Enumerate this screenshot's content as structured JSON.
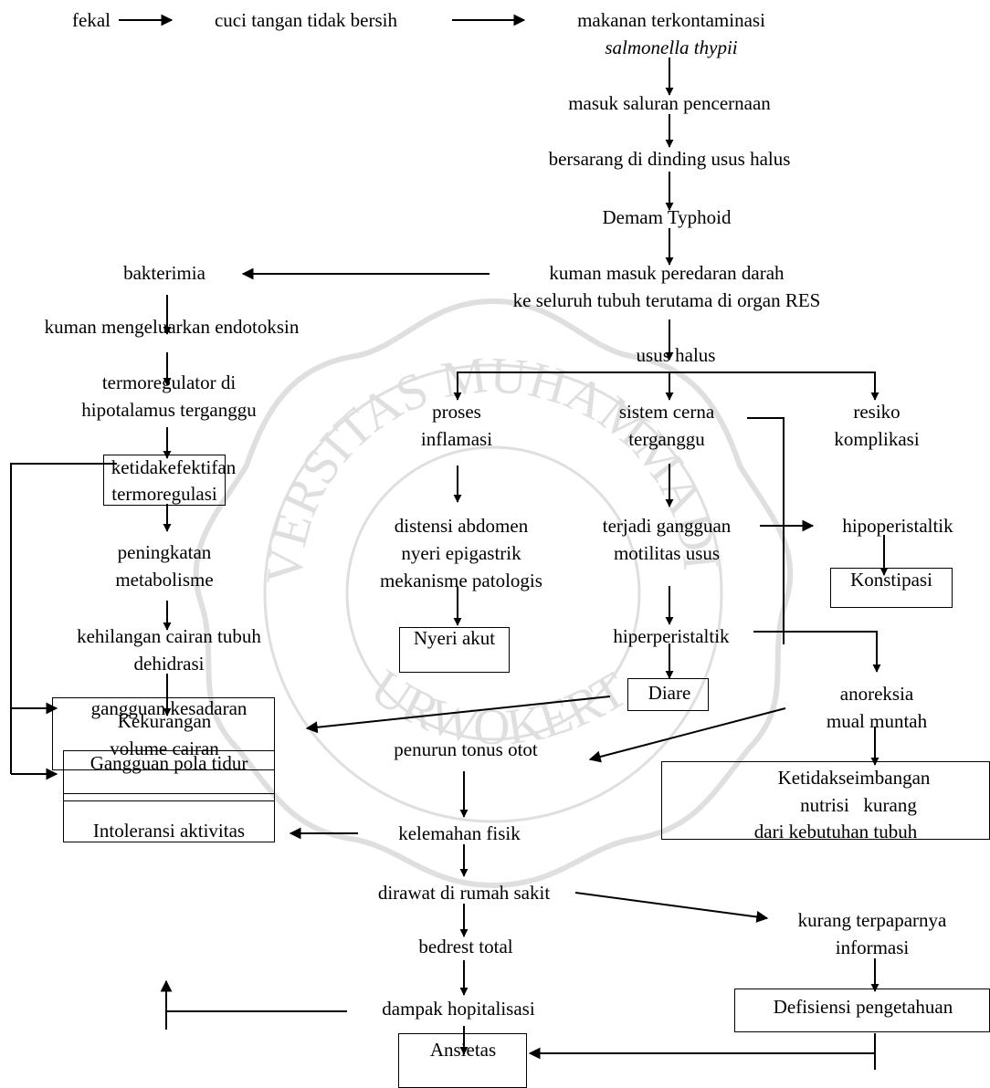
{
  "nodes": {
    "fekal": "fekal",
    "cuci_tangan": "cuci tangan tidak bersih",
    "makanan_1": "makanan terkontaminasi",
    "makanan_2": "salmonella thypii",
    "masuk_saluran": "masuk saluran pencernaan",
    "bersarang": "bersarang di dinding usus halus",
    "demam": "Demam Typhoid",
    "kuman_masuk_1": "kuman masuk peredaran darah",
    "kuman_masuk_2": "ke seluruh tubuh terutama di organ RES",
    "bakterimia": "bakterimia",
    "endotoksin": "kuman mengeluarkan endotoksin",
    "termoregulator_1": "termoregulator di",
    "termoregulator_2": "hipotalamus terganggu",
    "ketidakefektifan_1": "ketidakefektifan",
    "ketidakefektifan_2": "termoregulasi",
    "peningkatan_1": "peningkatan",
    "peningkatan_2": "metabolisme",
    "kehilangan_1": "kehilangan cairan tubuh",
    "kehilangan_2": "dehidrasi",
    "kekurangan_1": "Kekurangan",
    "kekurangan_2": "volume cairan",
    "usus_halus": "usus halus",
    "proses_1": "proses",
    "proses_2": "inflamasi",
    "sistem_1": "sistem cerna",
    "sistem_2": "terganggu",
    "resiko_1": "resiko",
    "resiko_2": "komplikasi",
    "distensi_1": "distensi abdomen",
    "distensi_2": "nyeri epigastrik",
    "distensi_3": "mekanisme patologis",
    "gangguan_motilitas_1": "terjadi gangguan",
    "gangguan_motilitas_2": "motilitas usus",
    "hipoperistaltik": "hipoperistaltik",
    "konstipasi": "Konstipasi",
    "nyeri_akut": "Nyeri akut",
    "hiperperistaltik": "hiperperistaltik",
    "diare": "Diare",
    "anoreksia_1": "anoreksia",
    "anoreksia_2": "mual muntah",
    "penurun_tonus": "penurun tonus otot",
    "nutrisi_1": "Ketidakseimbangan",
    "nutrisi_2": "nutrisi   kurang",
    "nutrisi_3": "dari kebutuhan tubuh",
    "intoleransi": "Intoleransi aktivitas",
    "kelemahan": "kelemahan fisik",
    "gangguan_kesadaran": "gangguan kesadaran",
    "dirawat": "dirawat di rumah sakit",
    "kurang_info_1": "kurang terpaparnya",
    "kurang_info_2": "informasi",
    "gangguan_tidur": "Gangguan pola tidur",
    "bedrest": "bedrest total",
    "dampak": "dampak hopitalisasi",
    "defisiensi": "Defisiensi pengetahuan",
    "ansietas": "Ansietas"
  },
  "watermark": {
    "text_top": "UNIVERSITAS MUHAMMADIYAH",
    "text_bottom": "PURWOKERTO"
  }
}
